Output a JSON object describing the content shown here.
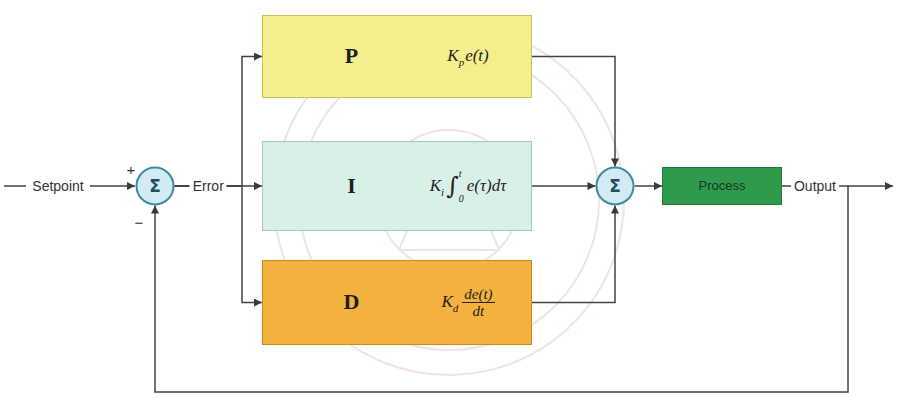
{
  "diagram": {
    "nodes": [
      {
        "text": [
          "Σ"
        ]
      },
      {
        "text": [
          "P",
          "K",
          "p",
          "e(t)"
        ]
      },
      {
        "text": [
          "I",
          "K",
          "i",
          "∫",
          "t",
          "0",
          "e(τ)dτ"
        ]
      },
      {
        "text": [
          "D",
          "K",
          "d",
          "de(t)",
          "dt"
        ]
      },
      {
        "text": [
          "Σ"
        ]
      },
      {
        "text": [
          "Process"
        ]
      }
    ],
    "edges": [
      {
        "from": 0,
        "to": 1,
        "arrow": "to"
      },
      {
        "from": 0,
        "to": 2,
        "label": "Error",
        "arrow": "to"
      },
      {
        "from": 0,
        "to": 3,
        "arrow": "to"
      },
      {
        "from": 1,
        "to": 4,
        "arrow": "to"
      },
      {
        "from": 2,
        "to": 4,
        "arrow": "to"
      },
      {
        "from": 3,
        "to": 4,
        "arrow": "to"
      },
      {
        "from": 4,
        "to": 5,
        "arrow": "to"
      },
      {
        "from": 5,
        "to": 0,
        "label": "Output",
        "arrow": "to"
      }
    ],
    "labels": [
      "Setpoint",
      "+",
      "−"
    ]
  }
}
